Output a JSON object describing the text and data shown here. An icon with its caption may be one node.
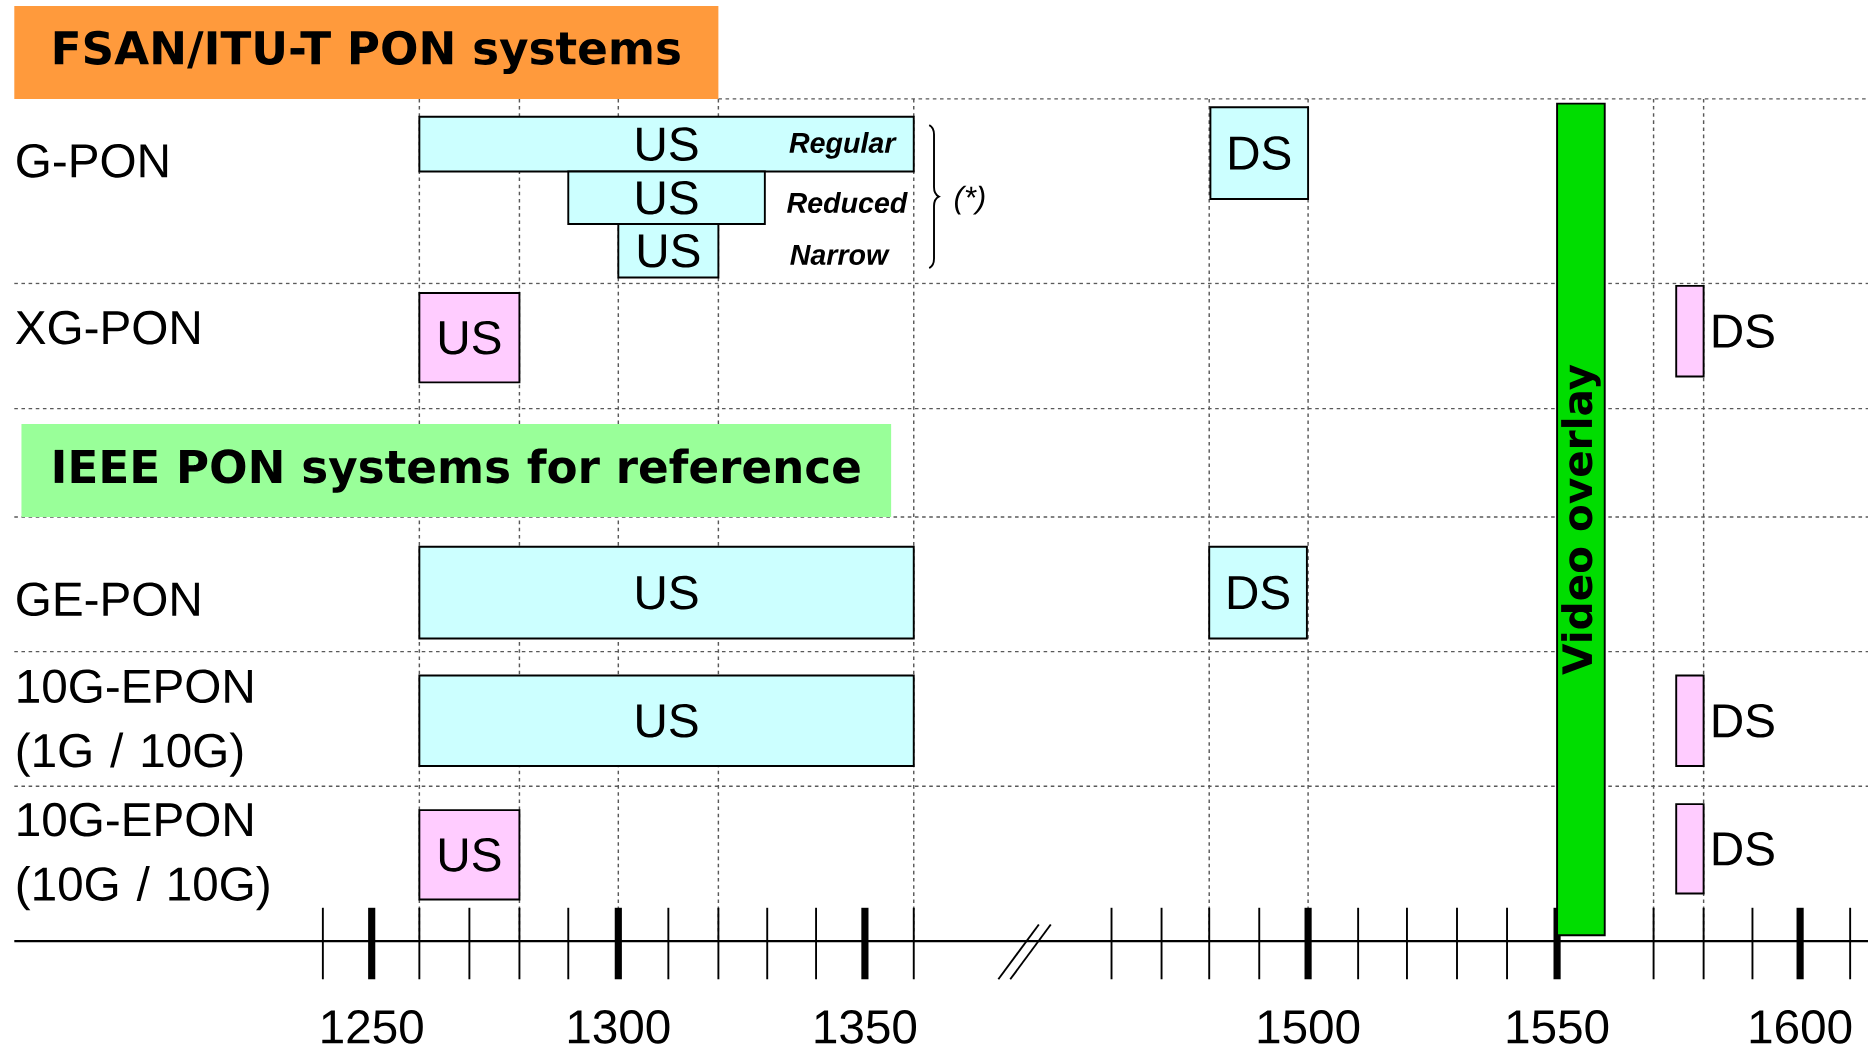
{
  "diagram": {
    "nodes": [
      {
        "text": [
          "FSAN/ITU-T PON systems"
        ]
      },
      {
        "text": [
          "US"
        ]
      },
      {
        "text": [
          "US"
        ]
      },
      {
        "text": [
          "US"
        ]
      },
      {
        "text": [
          "DS"
        ]
      },
      {
        "text": [
          "US"
        ]
      },
      {
        "text": [
          "DS"
        ]
      },
      {
        "text": [
          "IEEE PON systems for reference"
        ]
      },
      {
        "text": [
          "Video overlay"
        ]
      },
      {
        "text": [
          "US"
        ]
      },
      {
        "text": [
          "DS"
        ]
      },
      {
        "text": [
          "US"
        ]
      },
      {
        "text": [
          "DS"
        ]
      },
      {
        "text": [
          "US"
        ]
      },
      {
        "text": [
          "DS"
        ]
      }
    ],
    "labels": [
      "G-PON",
      "Regular",
      "Reduced",
      "Narrow",
      "(*)",
      "XG-PON",
      "GE-PON",
      "10G-EPON (1G / 10G)",
      "10G-EPON (10G / 10G)",
      "1250",
      "1300",
      "1350",
      "1500",
      "1550",
      "1600"
    ]
  }
}
